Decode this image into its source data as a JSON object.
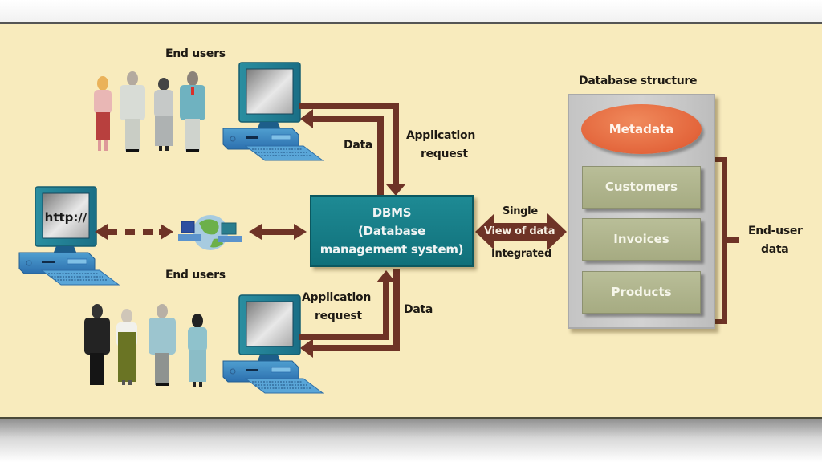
{
  "figure": {
    "type": "dbms-architecture-diagram",
    "colors": {
      "background": "#f8ebbd",
      "arrow": "#6e3326",
      "dbms_box": "#15808a",
      "metadata": "#e56a3f",
      "table_box": "#adb289",
      "structure_box": "#c8c8c8"
    }
  },
  "groups": {
    "top_users_label": "End users",
    "middle_users_label": "End users",
    "bottom_users_label": "End users"
  },
  "web_client": {
    "screen_text": "http://"
  },
  "top_flow": {
    "data_label": "Data",
    "request_label_line1": "Application",
    "request_label_line2": "request"
  },
  "bottom_flow": {
    "request_label_line1": "Application",
    "request_label_line2": "request",
    "data_label": "Data"
  },
  "dbms": {
    "line1": "DBMS",
    "line2": "(Database",
    "line3": "management system)"
  },
  "view_arrow": {
    "top_label": "Single",
    "middle_label": "View of data",
    "bottom_label": "Integrated"
  },
  "database_structure": {
    "title": "Database structure",
    "metadata_label": "Metadata",
    "tables": [
      "Customers",
      "Invoices",
      "Products"
    ],
    "bracket_label_line1": "End-user",
    "bracket_label_line2": "data"
  }
}
